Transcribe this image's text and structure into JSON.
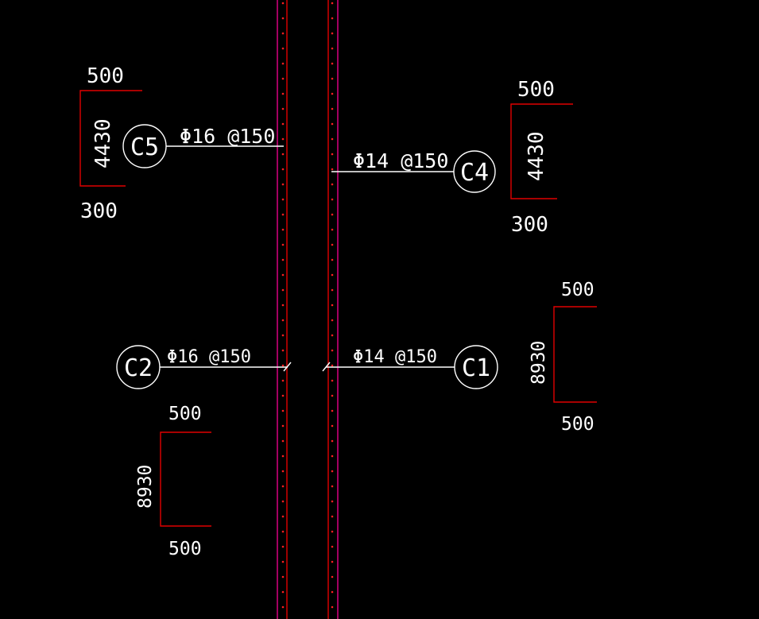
{
  "colors": {
    "background": "#000000",
    "wall_line": "#e8008a",
    "rebar_line": "#e00000",
    "rebar_dot": "#ff2020",
    "leader_line": "#ffffff",
    "bar_shape": "#e00000",
    "text": "#ffffff"
  },
  "bars": [
    {
      "id": "C5",
      "spec": "Φ16 @150",
      "shape": {
        "top": "500",
        "side": "4430",
        "bottom": "300"
      }
    },
    {
      "id": "C4",
      "spec": "Φ14 @150",
      "shape": {
        "top": "500",
        "side": "4430",
        "bottom": "300"
      }
    },
    {
      "id": "C2",
      "spec": "Φ16 @150",
      "shape": {
        "top": "500",
        "side": "8930",
        "bottom": "500"
      }
    },
    {
      "id": "C1",
      "spec": "Φ14 @150",
      "shape": {
        "top": "500",
        "side": "8930",
        "bottom": "500"
      }
    }
  ]
}
